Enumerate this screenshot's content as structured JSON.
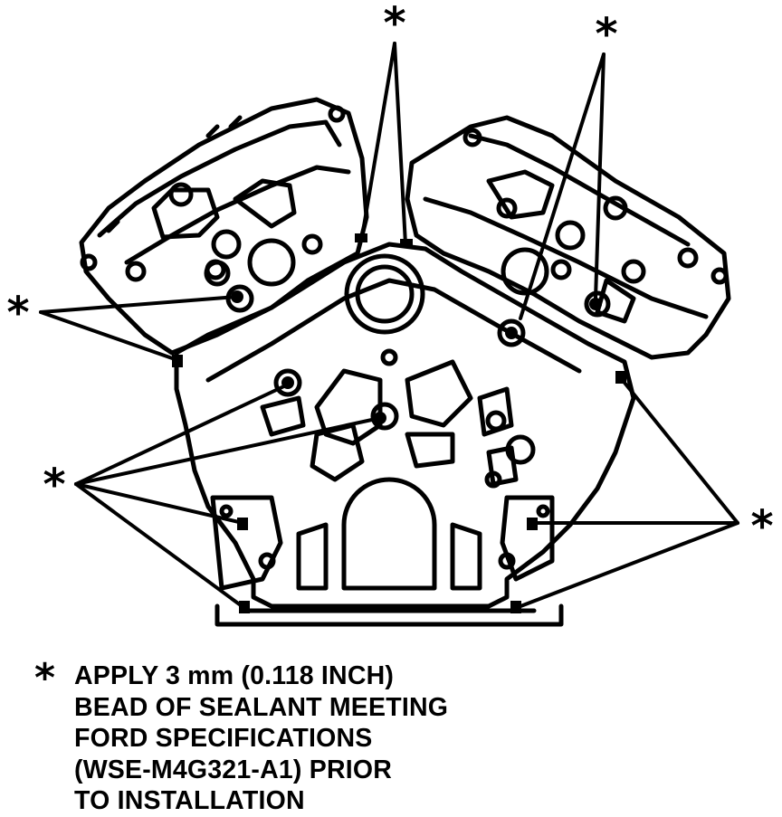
{
  "callout_marker": "*",
  "legend": {
    "marker": "*",
    "lines": [
      "APPLY 3 mm (0.118 INCH)",
      "BEAD OF SEALANT MEETING",
      "FORD SPECIFICATIONS",
      "(WSE-M4G321-A1) PRIOR",
      "TO INSTALLATION"
    ]
  }
}
